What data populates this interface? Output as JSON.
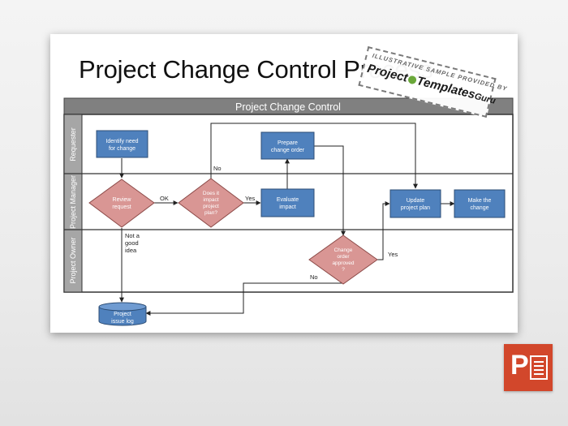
{
  "title": "Project Change Control Process",
  "watermark": {
    "line1": "ILLUSTRATIVE SAMPLE PROVIDED BY",
    "brand_part1": "Project",
    "brand_part2": "Templates",
    "brand_part3": "Guru"
  },
  "diagram": {
    "header": "Project Change Control",
    "lanes": [
      "Requester",
      "Project Manager",
      "Project Owner"
    ],
    "nodes": {
      "identify": [
        "Identify need",
        "for change"
      ],
      "review": [
        "Review",
        "request"
      ],
      "does_it": [
        "Does it",
        "impact",
        "project",
        "plan?"
      ],
      "prepare": [
        "Prepare",
        "change order"
      ],
      "evaluate": [
        "Evaluate",
        "impact"
      ],
      "update": [
        "Update",
        "project plan"
      ],
      "make": [
        "Make the",
        "change"
      ],
      "approved": [
        "Change",
        "order",
        "approved",
        "?"
      ],
      "log": [
        "Project",
        "issue log"
      ]
    },
    "labels": {
      "ok": "OK",
      "no_top": "No",
      "yes_mid": "Yes",
      "not_good": [
        "Not a",
        "good",
        "idea"
      ],
      "yes_right": "Yes",
      "no_bottom": "No"
    }
  },
  "icons": {
    "powerpoint": "powerpoint-icon",
    "powerpoint_letter": "P"
  },
  "colors": {
    "process_fill": "#4f81bd",
    "decision_fill": "#d99694",
    "header_fill": "#808080",
    "lane_label_fill": "#a6a6a6"
  }
}
